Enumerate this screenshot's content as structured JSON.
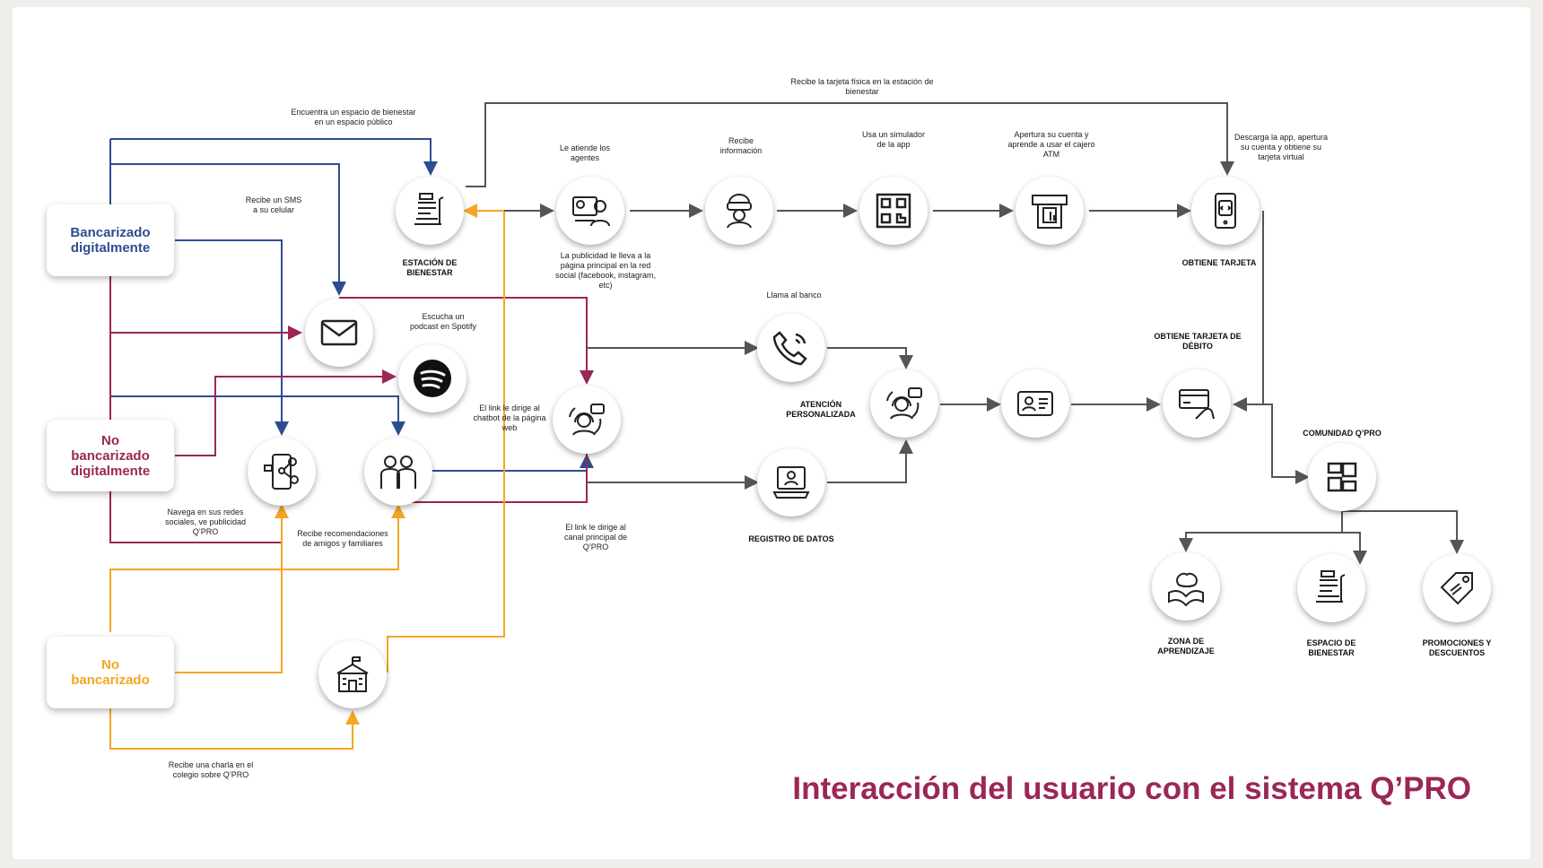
{
  "title": "Interacción del usuario con el sistema Q’PRO",
  "colors": {
    "blue": "#2e4d8f",
    "crimson": "#9b2756",
    "orange": "#f5a623",
    "gray": "#555555"
  },
  "segments": {
    "bancarizado": "Bancarizado\ndigitalmente",
    "no_bancarizado_digital": "No\nbancarizado\ndigitalmente",
    "no_bancarizado": "No\nbancarizado"
  },
  "nodes": {
    "estacion": {
      "icon": "kiosk-icon",
      "caption": "ESTACIÓN DE\nBIENESTAR"
    },
    "agentes": {
      "icon": "agent-icon"
    },
    "informacion": {
      "icon": "robot-icon"
    },
    "simulador": {
      "icon": "qr-icon"
    },
    "atm": {
      "icon": "atm-icon"
    },
    "app": {
      "icon": "phone-app-icon",
      "caption": "OBTIENE TARJETA"
    },
    "sms": {
      "icon": "envelope-icon"
    },
    "spotify": {
      "icon": "spotify-icon"
    },
    "redes": {
      "icon": "social-phone-icon"
    },
    "amigos": {
      "icon": "friends-icon"
    },
    "colegio": {
      "icon": "school-icon"
    },
    "chatbot": {
      "icon": "support-icon"
    },
    "llamada": {
      "icon": "phone-call-icon"
    },
    "atencion": {
      "icon": "support-icon",
      "caption": "ATENCIÓN\nPERSONALIZADA"
    },
    "registro": {
      "icon": "laptop-user-icon",
      "caption": "REGISTRO DE DATOS"
    },
    "idcard": {
      "icon": "id-card-icon"
    },
    "debito": {
      "icon": "card-hand-icon",
      "caption": "OBTIENE TARJETA DE\nDÉBITO"
    },
    "comunidad": {
      "icon": "hands-icon",
      "caption": "COMUNIDAD Q’PRO"
    },
    "zona": {
      "icon": "brain-book-icon",
      "caption": "ZONA DE\nAPRENDIZAJE"
    },
    "espacio": {
      "icon": "kiosk-icon",
      "caption": "ESPACIO DE\nBIENESTAR"
    },
    "promos": {
      "icon": "sale-tag-icon",
      "caption": "PROMOCIONES Y\nDESCUENTOS"
    }
  },
  "labels": {
    "tarjeta_fisica": "Recibe la tarjeta física  en la estación de\nbienestar",
    "espacio_publico": "Encuentra un espacio de bienestar\nen un espacio público",
    "sms": "Recibe un SMS\na su celular",
    "agentes": "Le atiende los\nagentes",
    "recibe_info": "Recibe\ninformación",
    "simulador": "Usa un simulador\nde la app",
    "apertura": "Apertura su cuenta y\naprende  a usar el cajero\nATM",
    "descarga": "Descarga la app, apertura\nsu cuenta y obtiene su\ntarjeta virtual",
    "publicidad": "La publicidad le lleva a la\npágina principal en la red\nsocial (facebook, instagram,\netc)",
    "llama": "Llama al banco",
    "podcast": "Escucha un\npodcast en Spotify",
    "chatbot": "El link le dirige al\nchatbot de la página\nweb",
    "redes": "Navega en sus redes\nsociales, ve publicidad\nQ’PRO",
    "recomendaciones": "Recibe recomendaciones\nde amigos y familiares",
    "canal": "El link le dirige al\ncanal principal de\nQ’PRO",
    "charla": "Recibe una charla en el\ncolegio sobre Q’PRO"
  }
}
